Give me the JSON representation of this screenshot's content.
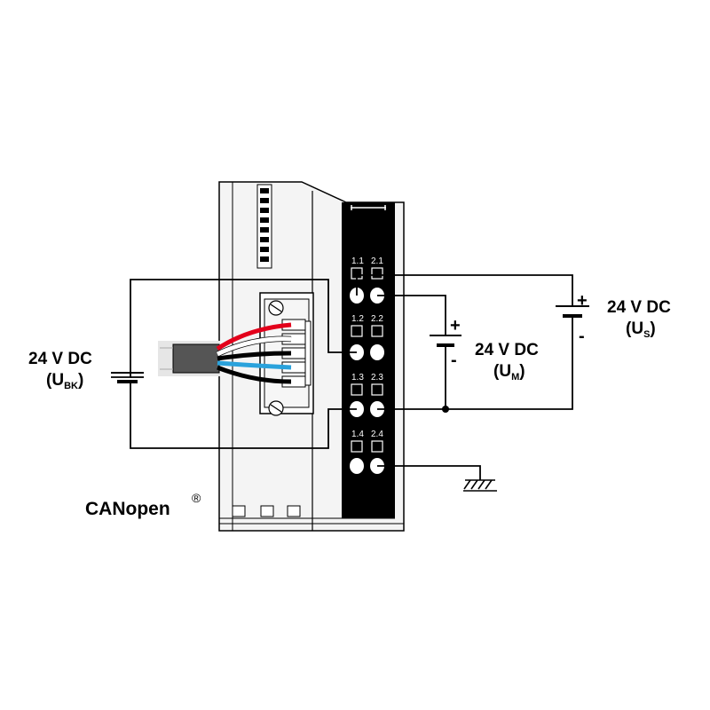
{
  "supplies": {
    "bk": {
      "voltage": "24 V DC",
      "name_open": "(U",
      "name_sub": "BK",
      "name_close": ")"
    },
    "m": {
      "voltage": "24 V DC",
      "name_open": "(U",
      "name_sub": "M",
      "name_close": ")"
    },
    "s": {
      "voltage": "24 V DC",
      "name_open": "(U",
      "name_sub": "S",
      "name_close": ")"
    }
  },
  "polarity": {
    "plus": "+",
    "minus": "-"
  },
  "terminals": [
    "1.1",
    "2.1",
    "1.2",
    "2.2",
    "1.3",
    "2.3",
    "1.4",
    "2.4"
  ],
  "brand": {
    "name": "CANopen",
    "mark": "®"
  },
  "cable_wire_colors": [
    "#e3001b",
    "#ffffff",
    "#000000",
    "#2aa2dc",
    "#000000"
  ],
  "colors": {
    "line": "#000000",
    "housing": "#f2f2f2",
    "terminal_strip": "#000000"
  }
}
